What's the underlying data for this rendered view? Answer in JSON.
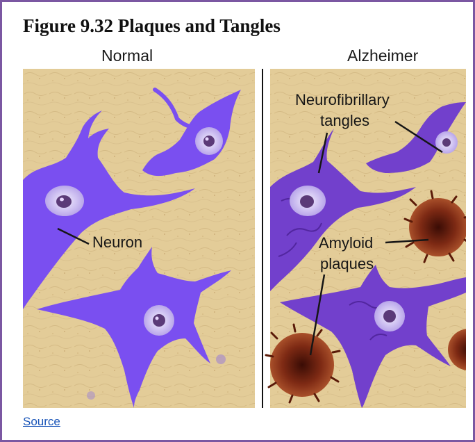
{
  "figure": {
    "title": "Figure 9.32 Plaques and Tangles",
    "source_link": "Source"
  },
  "panels": {
    "normal": {
      "heading": "Normal",
      "labels": {
        "neuron": "Neuron"
      }
    },
    "alzheimer": {
      "heading": "Alzheimer",
      "labels": {
        "tangles_line1": "Neurofibrillary",
        "tangles_line2": "tangles",
        "plaques_line1": "Amyloid",
        "plaques_line2": "plaques"
      }
    }
  },
  "colors": {
    "frame_border": "#7b57a2",
    "tissue": "#e3cc98",
    "neuron": "#7a4ff0",
    "neuron_diseased": "#7240cc",
    "plaque": "#7e2a14",
    "link": "#1a55b8"
  }
}
